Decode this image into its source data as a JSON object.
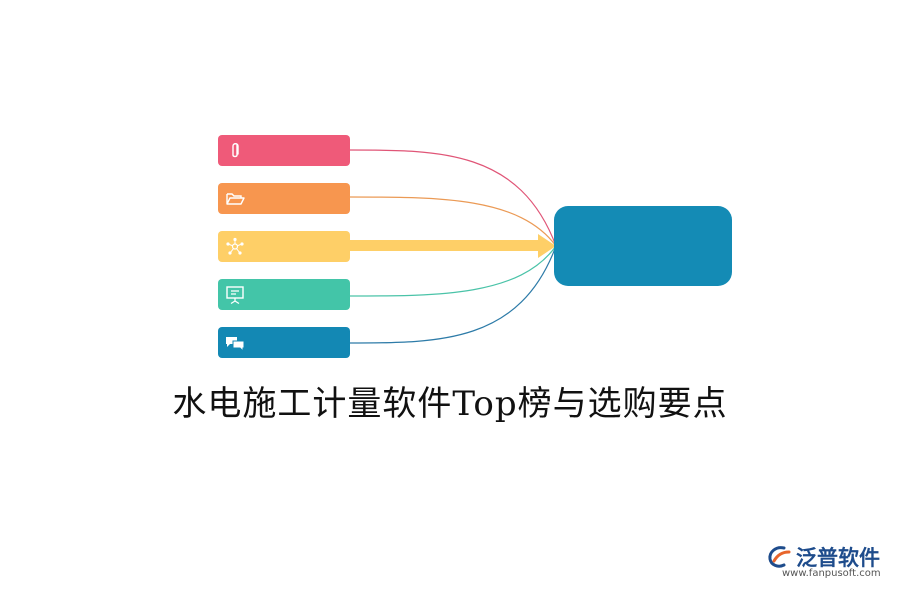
{
  "title": "水电施工计量软件Top榜与选购要点",
  "items": [
    {
      "icon": "paperclip-icon",
      "color": "#ef5a79"
    },
    {
      "icon": "folder-open-icon",
      "color": "#f7964f"
    },
    {
      "icon": "network-icon",
      "color": "#fecf67"
    },
    {
      "icon": "presentation-board-icon",
      "color": "#43c5a8"
    },
    {
      "icon": "chat-bubbles-icon",
      "color": "#1388b4"
    }
  ],
  "hub": {
    "color": "#148bb5"
  },
  "brand": {
    "name": "泛普软件",
    "url": "www.fanpusoft.com",
    "color": "#1e4c8c"
  }
}
